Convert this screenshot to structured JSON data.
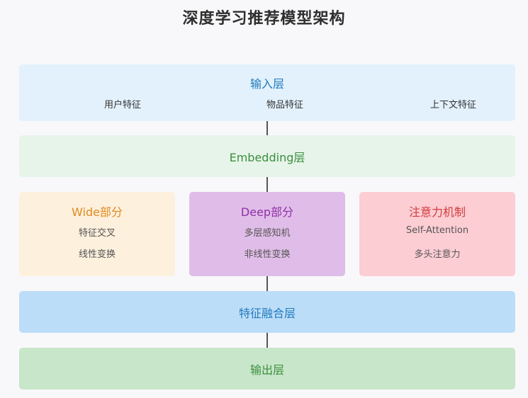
{
  "title": "深度学习推荐模型架构",
  "input_layer": {
    "label": "输入层",
    "features": [
      "用户特征",
      "物品特征",
      "上下文特征"
    ]
  },
  "embedding_layer": {
    "label": "Embedding层"
  },
  "wide_part": {
    "label": "Wide部分",
    "lines": [
      "特征交叉",
      "线性变换"
    ]
  },
  "deep_part": {
    "label": "Deep部分",
    "lines": [
      "多层感知机",
      "非线性变换"
    ]
  },
  "attention_part": {
    "label": "注意力机制",
    "lines": [
      "Self-Attention",
      "多头注意力"
    ]
  },
  "fusion_layer": {
    "label": "特征融合层"
  },
  "output_layer": {
    "label": "输出层"
  },
  "colors": {
    "input_bg": "#e2f1fc",
    "embedding_bg": "#e7f4e9",
    "wide_bg": "#fdf0dd",
    "deep_bg": "#e0bde8",
    "attention_bg": "#fccdd3",
    "fusion_bg": "#bcddf8",
    "output_bg": "#c8e6c9"
  }
}
